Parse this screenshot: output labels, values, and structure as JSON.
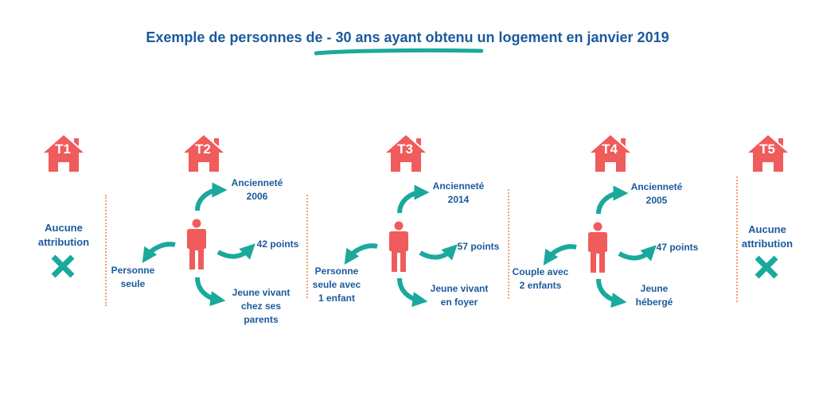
{
  "title": "Exemple de personnes de - 30 ans ayant obtenu un logement en janvier 2019",
  "colors": {
    "title": "#1a5a9c",
    "accent": "#1aa99c",
    "house": "#f05b5b",
    "person": "#f05b5b",
    "separator": "#f0a070"
  },
  "columns": [
    {
      "label": "T1",
      "status": "Aucune\nattribution",
      "icon": "x-icon"
    },
    {
      "label": "T2",
      "anciennete": "Ancienneté\n2006",
      "points": "42 points",
      "composition": "Personne\nseule",
      "situation": "Jeune vivant\nchez ses\nparents"
    },
    {
      "label": "T3",
      "anciennete": "Ancienneté\n2014",
      "points": "57 points",
      "composition": "Personne\nseule avec\n1 enfant",
      "situation": "Jeune vivant\nen foyer"
    },
    {
      "label": "T4",
      "anciennete": "Ancienneté\n2005",
      "points": "47 points",
      "composition": "Couple avec\n2 enfants",
      "situation": "Jeune\nhébergé"
    },
    {
      "label": "T5",
      "status": "Aucune\nattribution",
      "icon": "x-icon"
    }
  ]
}
